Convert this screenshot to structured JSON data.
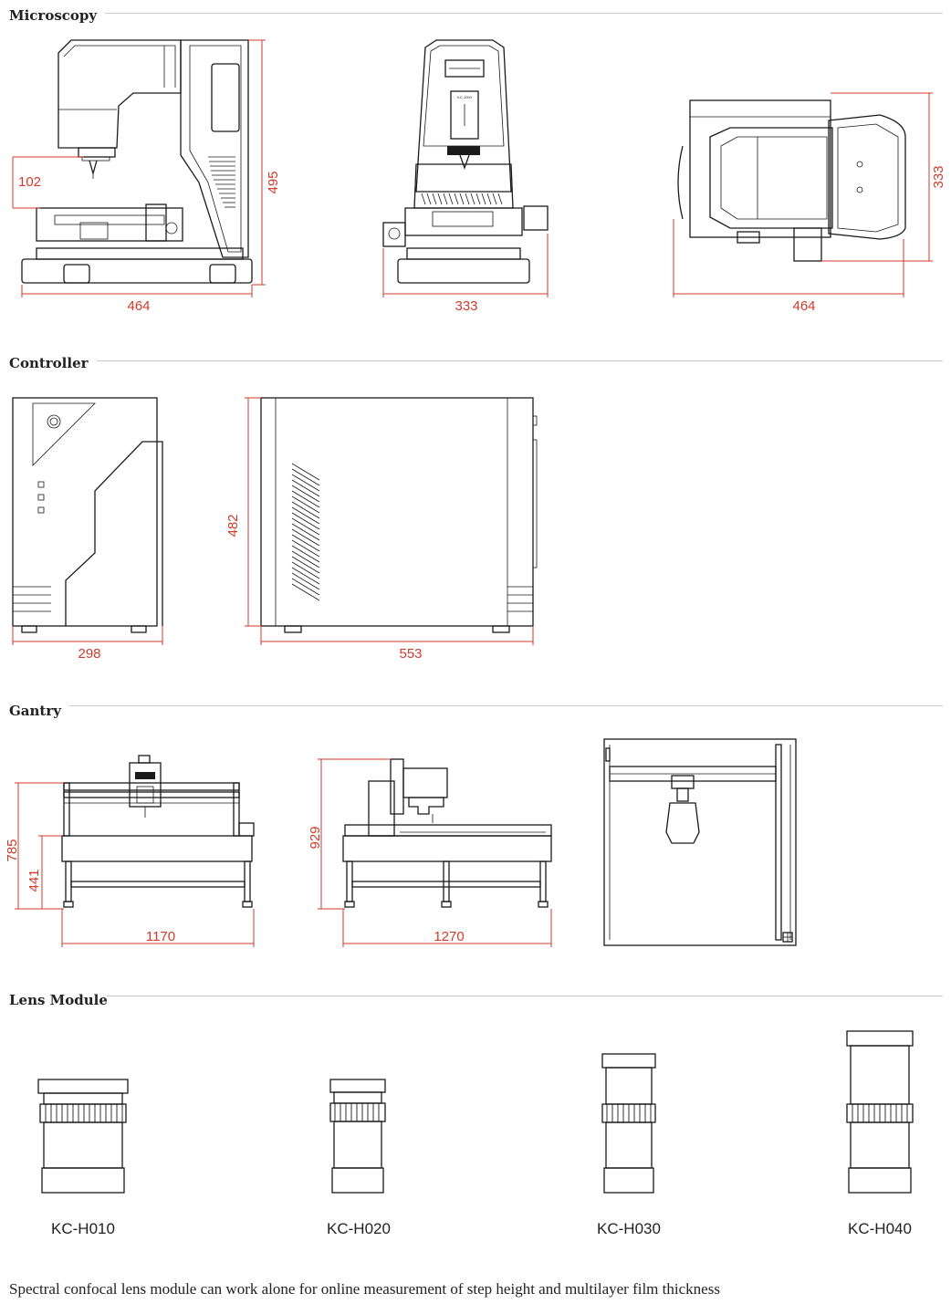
{
  "sections": {
    "microscopy": "Microscopy",
    "controller": "Controller",
    "gantry": "Gantry",
    "lens_module": "Lens Module"
  },
  "dimensions": {
    "microscopy_side_width": "464",
    "microscopy_side_height": "495",
    "microscopy_working_height": "102",
    "microscopy_front_width": "333",
    "microscopy_top_width": "464",
    "microscopy_top_depth": "333",
    "controller_front_width": "298",
    "controller_side_width": "553",
    "controller_height": "482",
    "gantry_front_width": "1170",
    "gantry_front_height": "785",
    "gantry_table_height": "441",
    "gantry_side_width": "1270",
    "gantry_side_height": "929"
  },
  "device_labels": {
    "microscope_model": "KC-1000"
  },
  "lens_models": [
    "KC-H010",
    "KC-H020",
    "KC-H030",
    "KC-H040"
  ],
  "caption": "Spectral confocal lens module can work alone for online measurement of step height and multilayer film thickness",
  "colors": {
    "dimension": "#cf3b2b",
    "line": "#1a1a1a",
    "rule": "#c9c9c9"
  }
}
